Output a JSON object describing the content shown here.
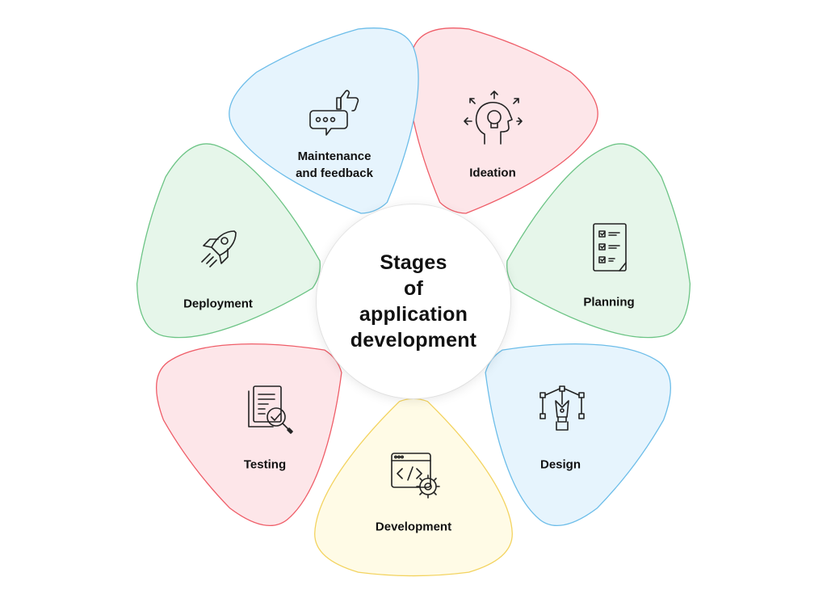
{
  "center": {
    "title_lines": [
      "Stages",
      "of",
      "application",
      "development"
    ]
  },
  "stages": [
    {
      "id": "ideation",
      "label_lines": [
        "Ideation"
      ],
      "icon": "lightbulb-head-icon",
      "fill": "#fde6e9",
      "stroke": "#ef5d68"
    },
    {
      "id": "planning",
      "label_lines": [
        "Planning"
      ],
      "icon": "checklist-icon",
      "fill": "#e6f6ea",
      "stroke": "#6cc485"
    },
    {
      "id": "design",
      "label_lines": [
        "Design"
      ],
      "icon": "pen-tool-icon",
      "fill": "#e6f4fd",
      "stroke": "#6cbde9"
    },
    {
      "id": "development",
      "label_lines": [
        "Development"
      ],
      "icon": "code-window-gear-icon",
      "fill": "#fffbe6",
      "stroke": "#f3d35f"
    },
    {
      "id": "testing",
      "label_lines": [
        "Testing"
      ],
      "icon": "document-magnifier-icon",
      "fill": "#fde6e9",
      "stroke": "#ef5d68"
    },
    {
      "id": "deployment",
      "label_lines": [
        "Deployment"
      ],
      "icon": "rocket-icon",
      "fill": "#e6f6ea",
      "stroke": "#6cc485"
    },
    {
      "id": "maintenance",
      "label_lines": [
        "Maintenance",
        "and feedback"
      ],
      "icon": "chat-thumbs-up-icon",
      "fill": "#e6f4fd",
      "stroke": "#6cbde9"
    }
  ]
}
